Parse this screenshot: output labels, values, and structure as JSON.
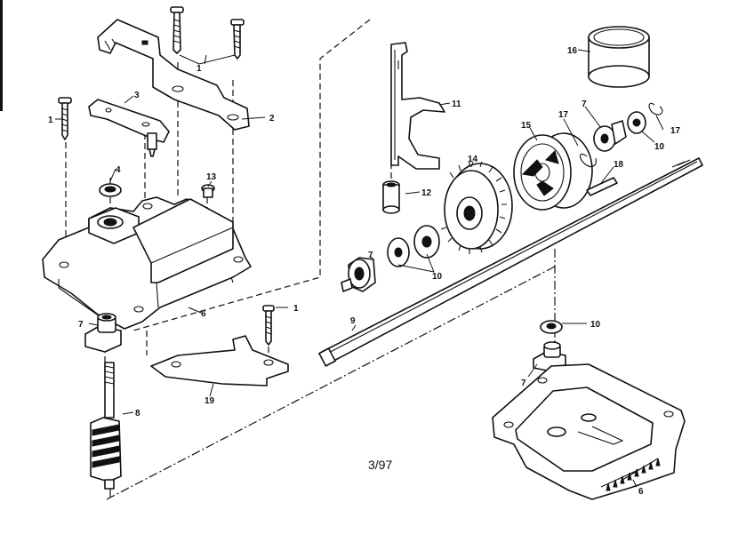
{
  "diagram": {
    "date_code": "3/97",
    "callouts": {
      "screw_top": "1",
      "screw_left": "1",
      "screw_bottom": "1",
      "bracket_top": "2",
      "lever": "3",
      "washer_4": "4",
      "bushing_left": "7",
      "bushing_shaft": "7",
      "bushing_upper_right": "7",
      "bushing_lower_right": "7",
      "worm_shaft": "8",
      "axle": "9",
      "washer_10_left": "10",
      "washer_10_right": "10",
      "washer_10_bottom": "10",
      "shift_fork": "11",
      "sleeve_12": "12",
      "plug_13": "13",
      "gear_14": "14",
      "pulley_15": "15",
      "cap_16": "16",
      "clip_17_left": "17",
      "clip_17_right": "17",
      "key_18": "18",
      "plate_19": "19",
      "housing_top": "6",
      "housing_bottom": "6"
    }
  }
}
